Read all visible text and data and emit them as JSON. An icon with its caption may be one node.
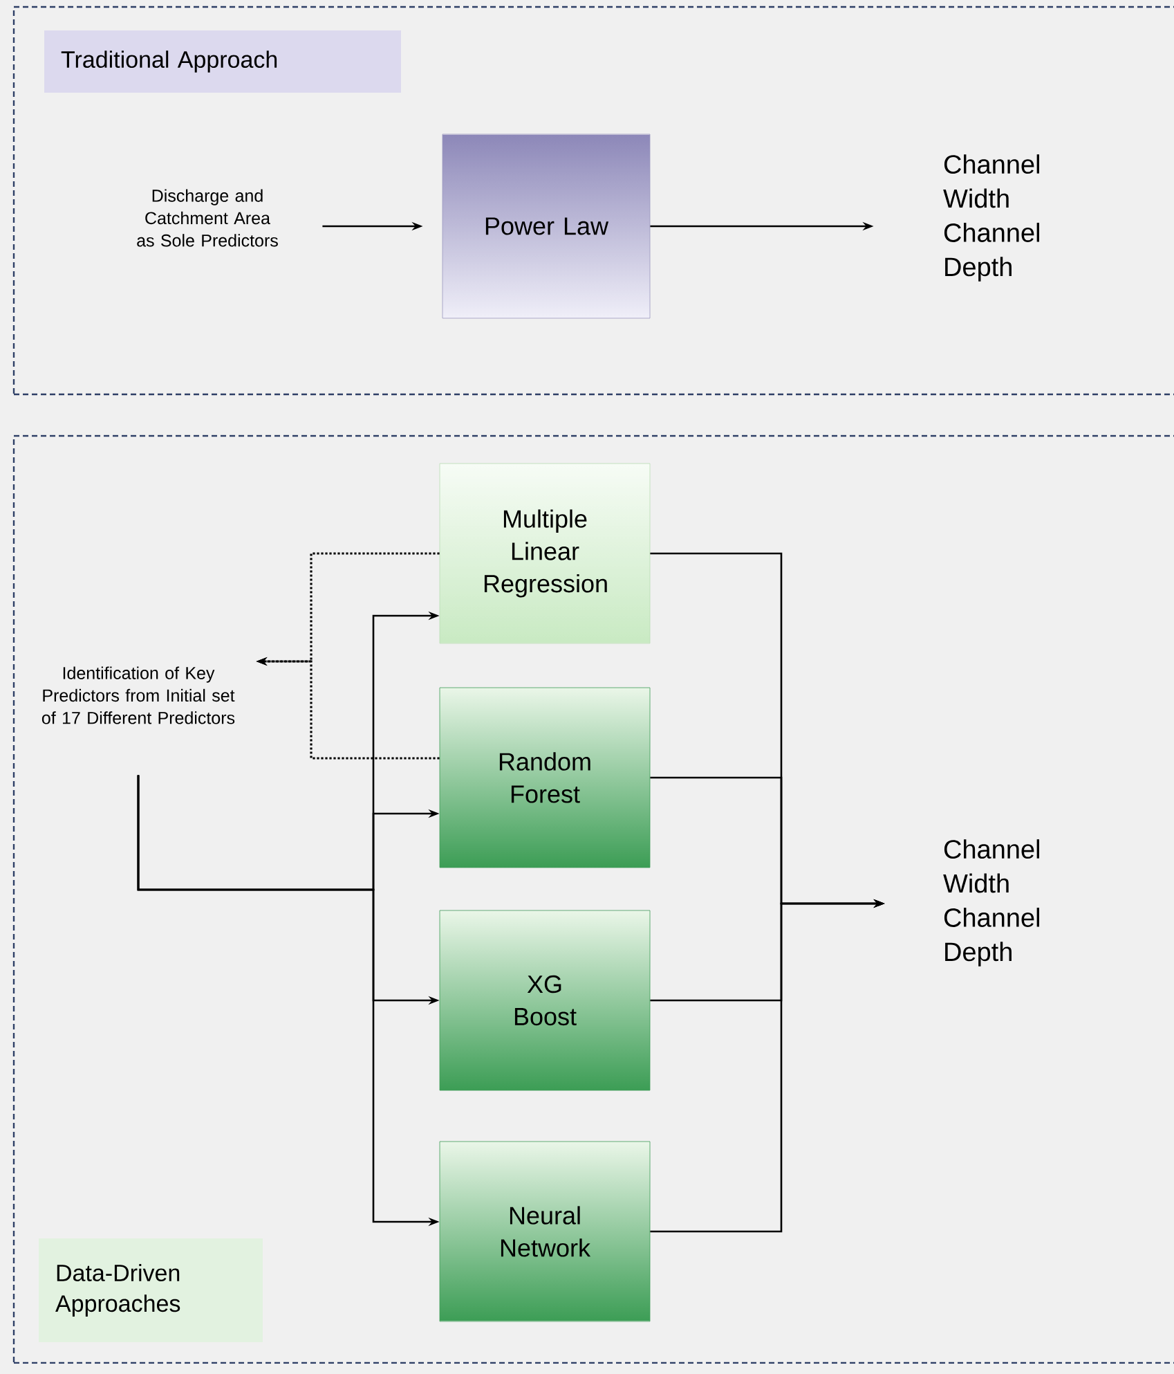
{
  "diagram": {
    "nodes": [
      {
        "text": [],
        "shape": "box"
      },
      {
        "text": [
          "Traditional Approach"
        ],
        "in": 0
      },
      {
        "text": [
          "Discharge and Catchment Area as Sole Predictors"
        ],
        "in": 0
      },
      {
        "text": [
          "Power Law"
        ],
        "in": 0
      },
      {
        "text": [
          "Channel Width Channel Depth"
        ],
        "in": 0
      },
      {
        "text": [],
        "shape": "box"
      },
      {
        "text": [
          "Multiple Linear Regression"
        ],
        "in": 5
      },
      {
        "text": [
          "Identification of Key Predictors from Initial set of 17 Different Predictors"
        ],
        "in": 5
      },
      {
        "text": [
          "Random Forest"
        ],
        "in": 5
      },
      {
        "text": [
          "XG Boost"
        ],
        "in": 5
      },
      {
        "text": [
          "Neural Network"
        ],
        "in": 5
      },
      {
        "text": [
          "Channel Width Channel Depth"
        ],
        "in": 5
      },
      {
        "text": [
          "Data-Driven Approaches"
        ],
        "in": 5
      }
    ],
    "edges": [
      {
        "from": 2,
        "to": 3,
        "arrow": "to"
      },
      {
        "from": 3,
        "to": 4,
        "arrow": "to"
      },
      {
        "from": 7,
        "to": 6,
        "arrow": "to"
      },
      {
        "from": 7,
        "to": 8,
        "arrow": "to"
      },
      {
        "from": 7,
        "to": 9,
        "arrow": "to"
      },
      {
        "from": 7,
        "to": 10,
        "arrow": "to"
      },
      {
        "from": 6,
        "to": 7,
        "arrow": "to",
        "style": "dashed"
      },
      {
        "from": 8,
        "to": 7,
        "arrow": "to",
        "style": "dashed"
      },
      {
        "from": 6,
        "to": 11,
        "arrow": "to"
      },
      {
        "from": 8,
        "to": 11,
        "arrow": "to"
      },
      {
        "from": 9,
        "to": 11,
        "arrow": "to"
      },
      {
        "from": 10,
        "to": 11,
        "arrow": "to"
      }
    ]
  }
}
